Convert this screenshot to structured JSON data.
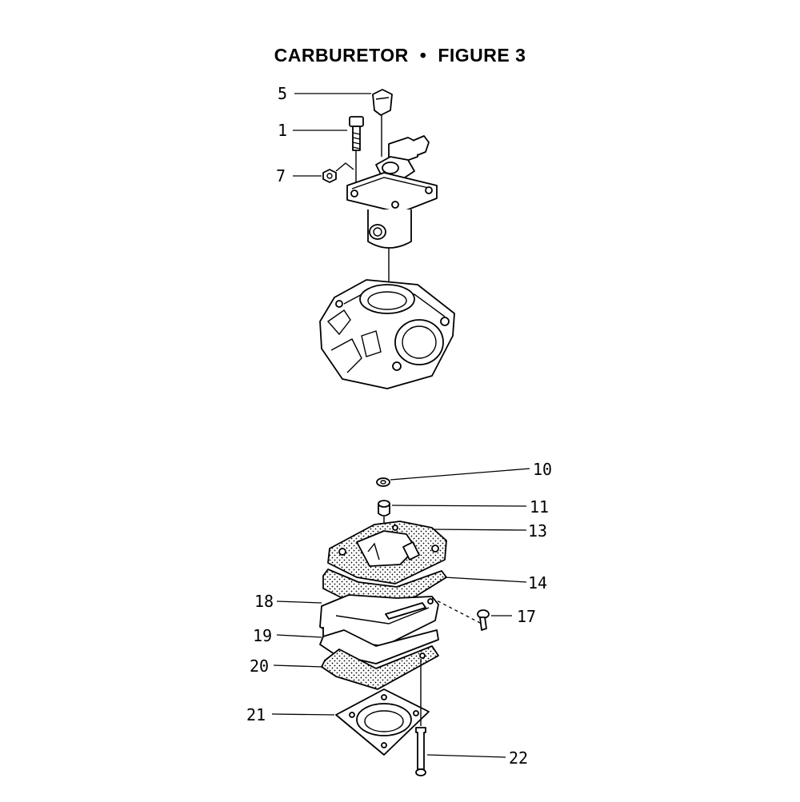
{
  "title": {
    "left": "CARBURETOR",
    "separator": "•",
    "right": "FIGURE 3"
  },
  "callouts": [
    "5",
    "1",
    "7",
    "10",
    "11",
    "13",
    "14",
    "18",
    "17",
    "19",
    "20",
    "21",
    "22"
  ]
}
